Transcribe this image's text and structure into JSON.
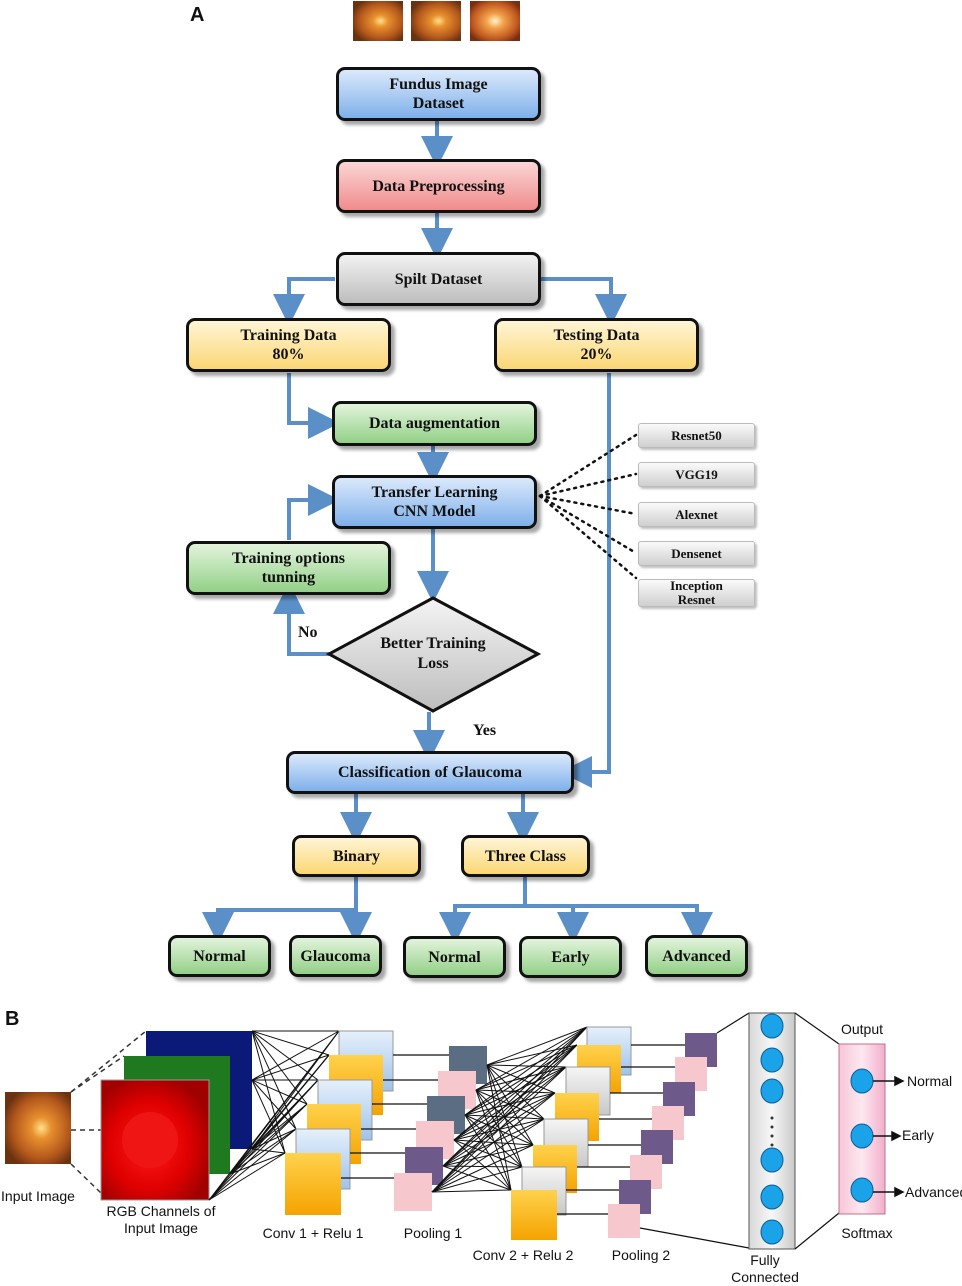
{
  "panel_a": {
    "label": "A",
    "nodes": {
      "dataset": "Fundus Image\nDataset",
      "preprocessing": "Data Preprocessing",
      "split": "Spilt Dataset",
      "training": "Training Data\n80%",
      "testing": "Testing Data\n20%",
      "augmentation": "Data augmentation",
      "transfer": "Transfer Learning\nCNN Model",
      "options": "Training options\ntunning",
      "decision": "Better Training\nLoss",
      "classification": "Classification of  Glaucoma",
      "binary": "Binary",
      "three_class": "Three Class",
      "normal_binary": "Normal",
      "glaucoma": "Glaucoma",
      "normal_three": "Normal",
      "early": "Early",
      "advanced": "Advanced"
    },
    "edge_labels": {
      "no": "No",
      "yes": "Yes"
    },
    "models": [
      "Resnet50",
      "VGG19",
      "Alexnet",
      "Densenet",
      "Inception\nResnet"
    ]
  },
  "panel_b": {
    "label": "B",
    "captions": {
      "input": "Input Image",
      "rgb": "RGB Channels of\nInput Image",
      "conv1": "Conv 1 + Relu 1",
      "pool1": "Pooling 1",
      "conv2": "Conv 2 + Relu 2",
      "pool2": "Pooling 2",
      "fc": "Fully\nConnected",
      "output": "Output",
      "softmax": "Softmax"
    },
    "outputs": [
      "Normal",
      "Early",
      "Advanced"
    ]
  },
  "colors": {
    "arrow": "#5b8fc7",
    "blue_box": "#7fb0ea",
    "red_box": "#f08c8c",
    "yellow_box": "#fbd774",
    "green_box": "#93d087",
    "gray_box": "#bdbdbd"
  }
}
